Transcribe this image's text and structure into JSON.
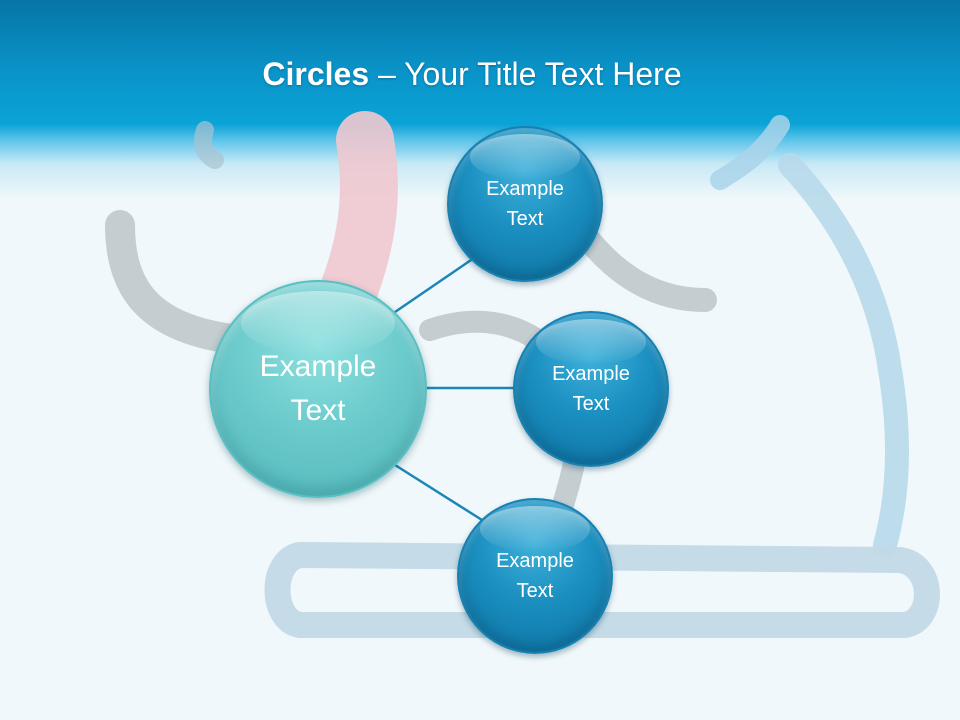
{
  "header": {
    "title_bold": "Circles",
    "title_rest": " – Your Title Text Here"
  },
  "diagram": {
    "center": {
      "label": "Example\nText"
    },
    "satellites": [
      {
        "label": "Example\nText"
      },
      {
        "label": "Example\nText"
      },
      {
        "label": "Example\nText"
      }
    ]
  },
  "colors": {
    "header_top": "#0575a6",
    "header_mid": "#0ba3d6",
    "center_fill": "#6ccbcc",
    "satellite_fill": "#1a8fc0",
    "connector": "#1b86b8",
    "background": "#f1f8fb"
  }
}
